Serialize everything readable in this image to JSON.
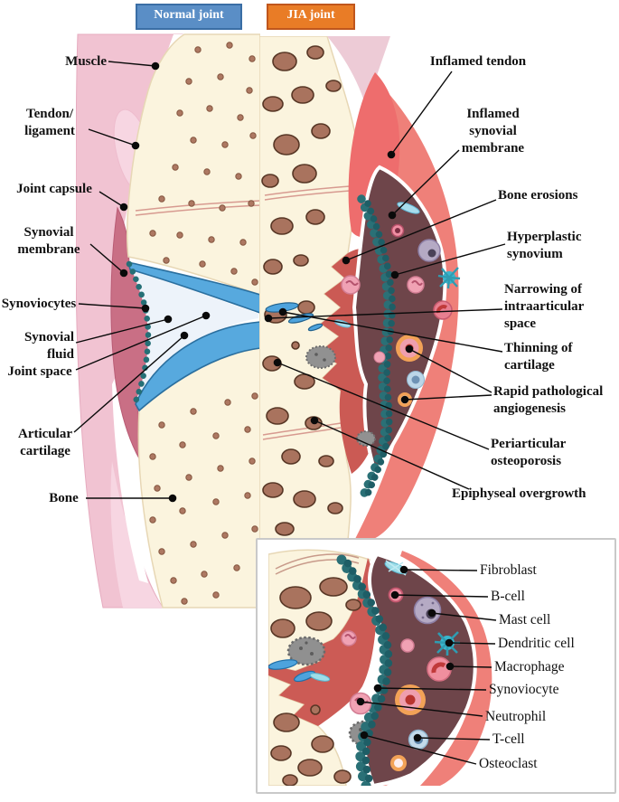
{
  "legend": {
    "normal_label": "Normal joint",
    "jia_label": "JIA joint"
  },
  "labels": {
    "normal": [
      "Muscle",
      "Tendon/\nligament",
      "Joint capsule",
      "Synovial\nmembrane",
      "Synoviocytes",
      "Synovial\nfluid",
      "Joint space",
      "Articular\ncartilage",
      "Bone"
    ],
    "jia": [
      "Inflamed tendon",
      "Inflamed\nsynovial\nmembrane",
      "Bone erosions",
      "Hyperplastic\nsynovium",
      "Narrowing of\nintraarticular\nspace",
      "Thinning of\ncartilage",
      "Rapid pathological\nangiogenesis",
      "Periarticular\nosteoporosis",
      "Epiphyseal overgrowth"
    ],
    "inset": [
      "Fibroblast",
      "B-cell",
      "Mast cell",
      "Dendritic cell",
      "Macrophage",
      "Synoviocyte",
      "Neutrophil",
      "T-cell",
      "Osteoclast"
    ]
  },
  "colors": {
    "normal_header": "#5a8ec6",
    "normal_header_border": "#3a6ea5",
    "jia_header": "#e97c26",
    "jia_header_border": "#c0561c",
    "muscle_pink": "#f1c3d2",
    "tendon_light_pink": "#f7d6e2",
    "synovial_membrane_pink": "#c96f85",
    "bone_cream": "#fbf4de",
    "bone_spot_brown": "#ad7862",
    "cartilage_blue": "#57a9de",
    "synovial_fluid": "#edf3fa",
    "synoviocyte_teal": "#256f76",
    "inflamed_red": "#ee6d6d",
    "pannus_red": "#cb5a54",
    "hyperplastic_synovium_maroon": "#6e454a",
    "capsule_coral": "#ef8079",
    "label_text": "#111111"
  }
}
